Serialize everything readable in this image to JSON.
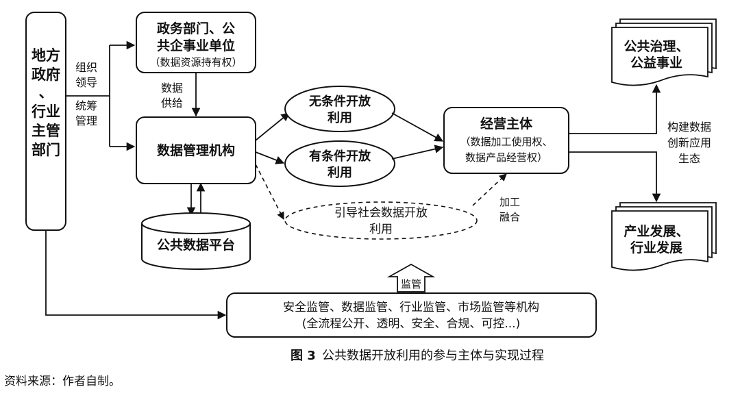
{
  "nodes": {
    "local_gov": [
      "地方",
      "政府",
      "、",
      "行业",
      "主管",
      "部门"
    ],
    "gov_units": [
      "政务部门、公",
      "共企事业单位",
      "（数据资源持有权）"
    ],
    "data_mgmt": "数据管理机构",
    "public_platform": "公共数据平台",
    "unconditional": [
      "无条件开放",
      "利用"
    ],
    "conditional": [
      "有条件开放",
      "利用"
    ],
    "guided": [
      "引导社会数据开放",
      "利用"
    ],
    "operator": [
      "经营主体",
      "（数据加工使用权、",
      "数据产品经营权）"
    ],
    "public_gov": [
      "公共治理、",
      "公益事业"
    ],
    "industry": [
      "产业发展、",
      "行业发展"
    ],
    "supervision": [
      "安全监管、数据监管、行业监管、市场监管等机构",
      "(全流程公开、透明、安全、合规、可控...)"
    ]
  },
  "edge_labels": {
    "org_lead": [
      "组织",
      "领导"
    ],
    "coordinate": [
      "统筹",
      "管理"
    ],
    "data_supply": [
      "数据",
      "供给"
    ],
    "build_ecosystem": [
      "构建数据",
      "创新应用",
      "生态"
    ],
    "process_fuse": [
      "加工",
      "融合"
    ],
    "supervise": "监管"
  },
  "caption": {
    "number": "图 3",
    "text": "公共数据开放利用的参与主体与实现过程"
  },
  "source": "资料来源：作者自制。"
}
